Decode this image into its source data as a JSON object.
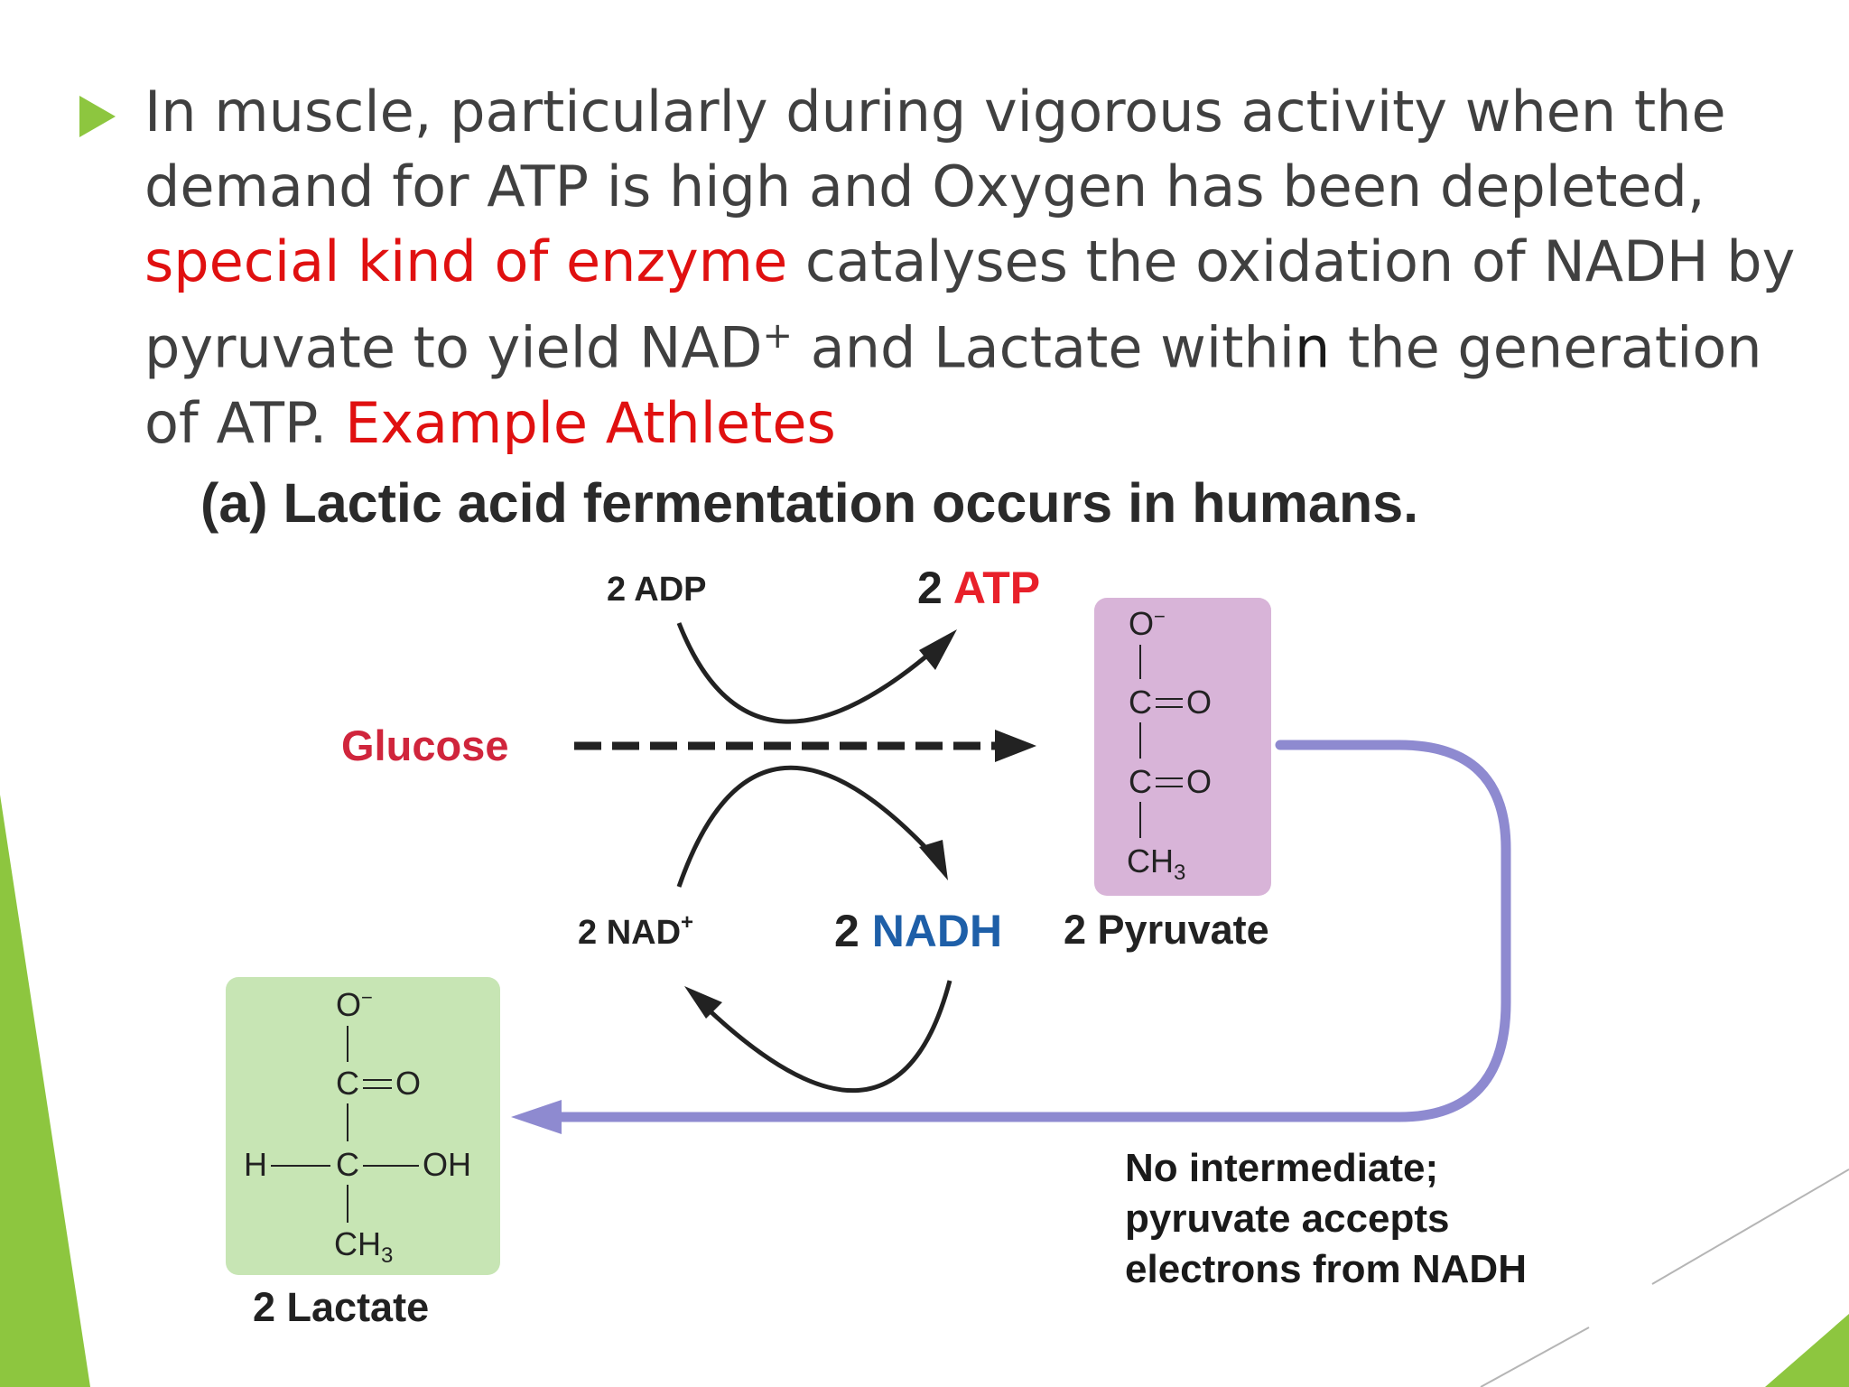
{
  "bullet": {
    "part1": "In muscle, particularly during vigorous activity when the demand for ATP is high and Oxygen has been depleted, ",
    "highlight1": "special kind of enzyme",
    "part2": " catalyses the oxidation of NADH by pyruvate to yield NAD",
    "superscript": "+",
    "part3": " and Lactate withi",
    "part3_dark": "n",
    "part4": " the generation of  ATP. ",
    "highlight2": "Example Athletes"
  },
  "figure": {
    "caption": "(a) Lactic acid fermentation occurs in humans.",
    "glucose": "Glucose",
    "adp": "2 ADP",
    "atp_number": "2 ",
    "atp_word": "ATP",
    "nad_number": "2 NAD",
    "nad_sup": "+",
    "nadh_number": "2 ",
    "nadh_word": "NADH",
    "pyruvate": {
      "name": "2 Pyruvate",
      "top_o": "O",
      "top_charge": "−",
      "c1": "C",
      "o1": "O",
      "c2": "C",
      "o2": "O",
      "ch3": "CH",
      "ch3_sub": "3"
    },
    "lactate": {
      "name": "2 Lactate",
      "top_o": "O",
      "top_charge": "−",
      "c1": "C",
      "o1": "O",
      "h": "H",
      "c2": "C",
      "oh": "OH",
      "ch3": "CH",
      "ch3_sub": "3"
    },
    "note_line1": "No intermediate;",
    "note_line2": "pyruvate accepts",
    "note_line3": "electrons from NADH",
    "colors": {
      "glucose_red": "#d0253c",
      "atp_red": "#e8202a",
      "nadh_blue": "#1e5fa8",
      "pyruvate_box": "#d8b4d8",
      "lactate_box": "#c7e5b4",
      "electron_path": "#8e8ad0",
      "slide_accent": "#8dc63f"
    }
  }
}
